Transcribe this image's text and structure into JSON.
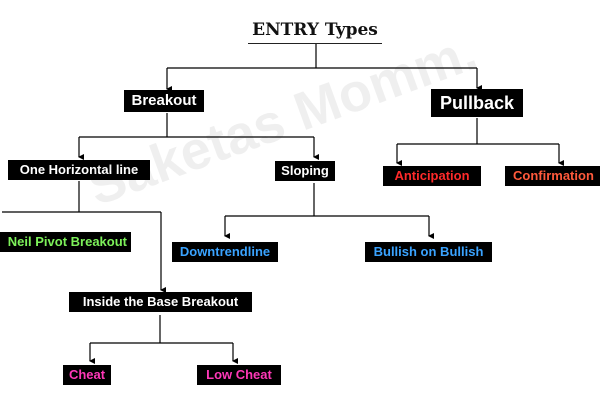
{
  "title": "ENTRY Types",
  "watermark": "Saketas Momm.",
  "colors": {
    "box_bg": "#000000",
    "default_text": "#ffffff",
    "green": "#7df15a",
    "blue": "#3aa3ff",
    "red": "#ff2a2a",
    "orange_red": "#ff5a3c",
    "pink": "#ff38b8"
  },
  "nodes": {
    "breakout": "Breakout",
    "pullback": "Pullback",
    "one_horizontal": "One Horizontal line",
    "sloping": "Sloping",
    "anticipation": "Anticipation",
    "confirmation": "Confirmation",
    "neil_pivot": "Neil Pivot Breakout",
    "downtrendline": "Downtrendline",
    "bullish_on_bullish": "Bullish on Bullish",
    "inside_base": "Inside the Base Breakout",
    "cheat": "Cheat",
    "low_cheat": "Low Cheat"
  }
}
